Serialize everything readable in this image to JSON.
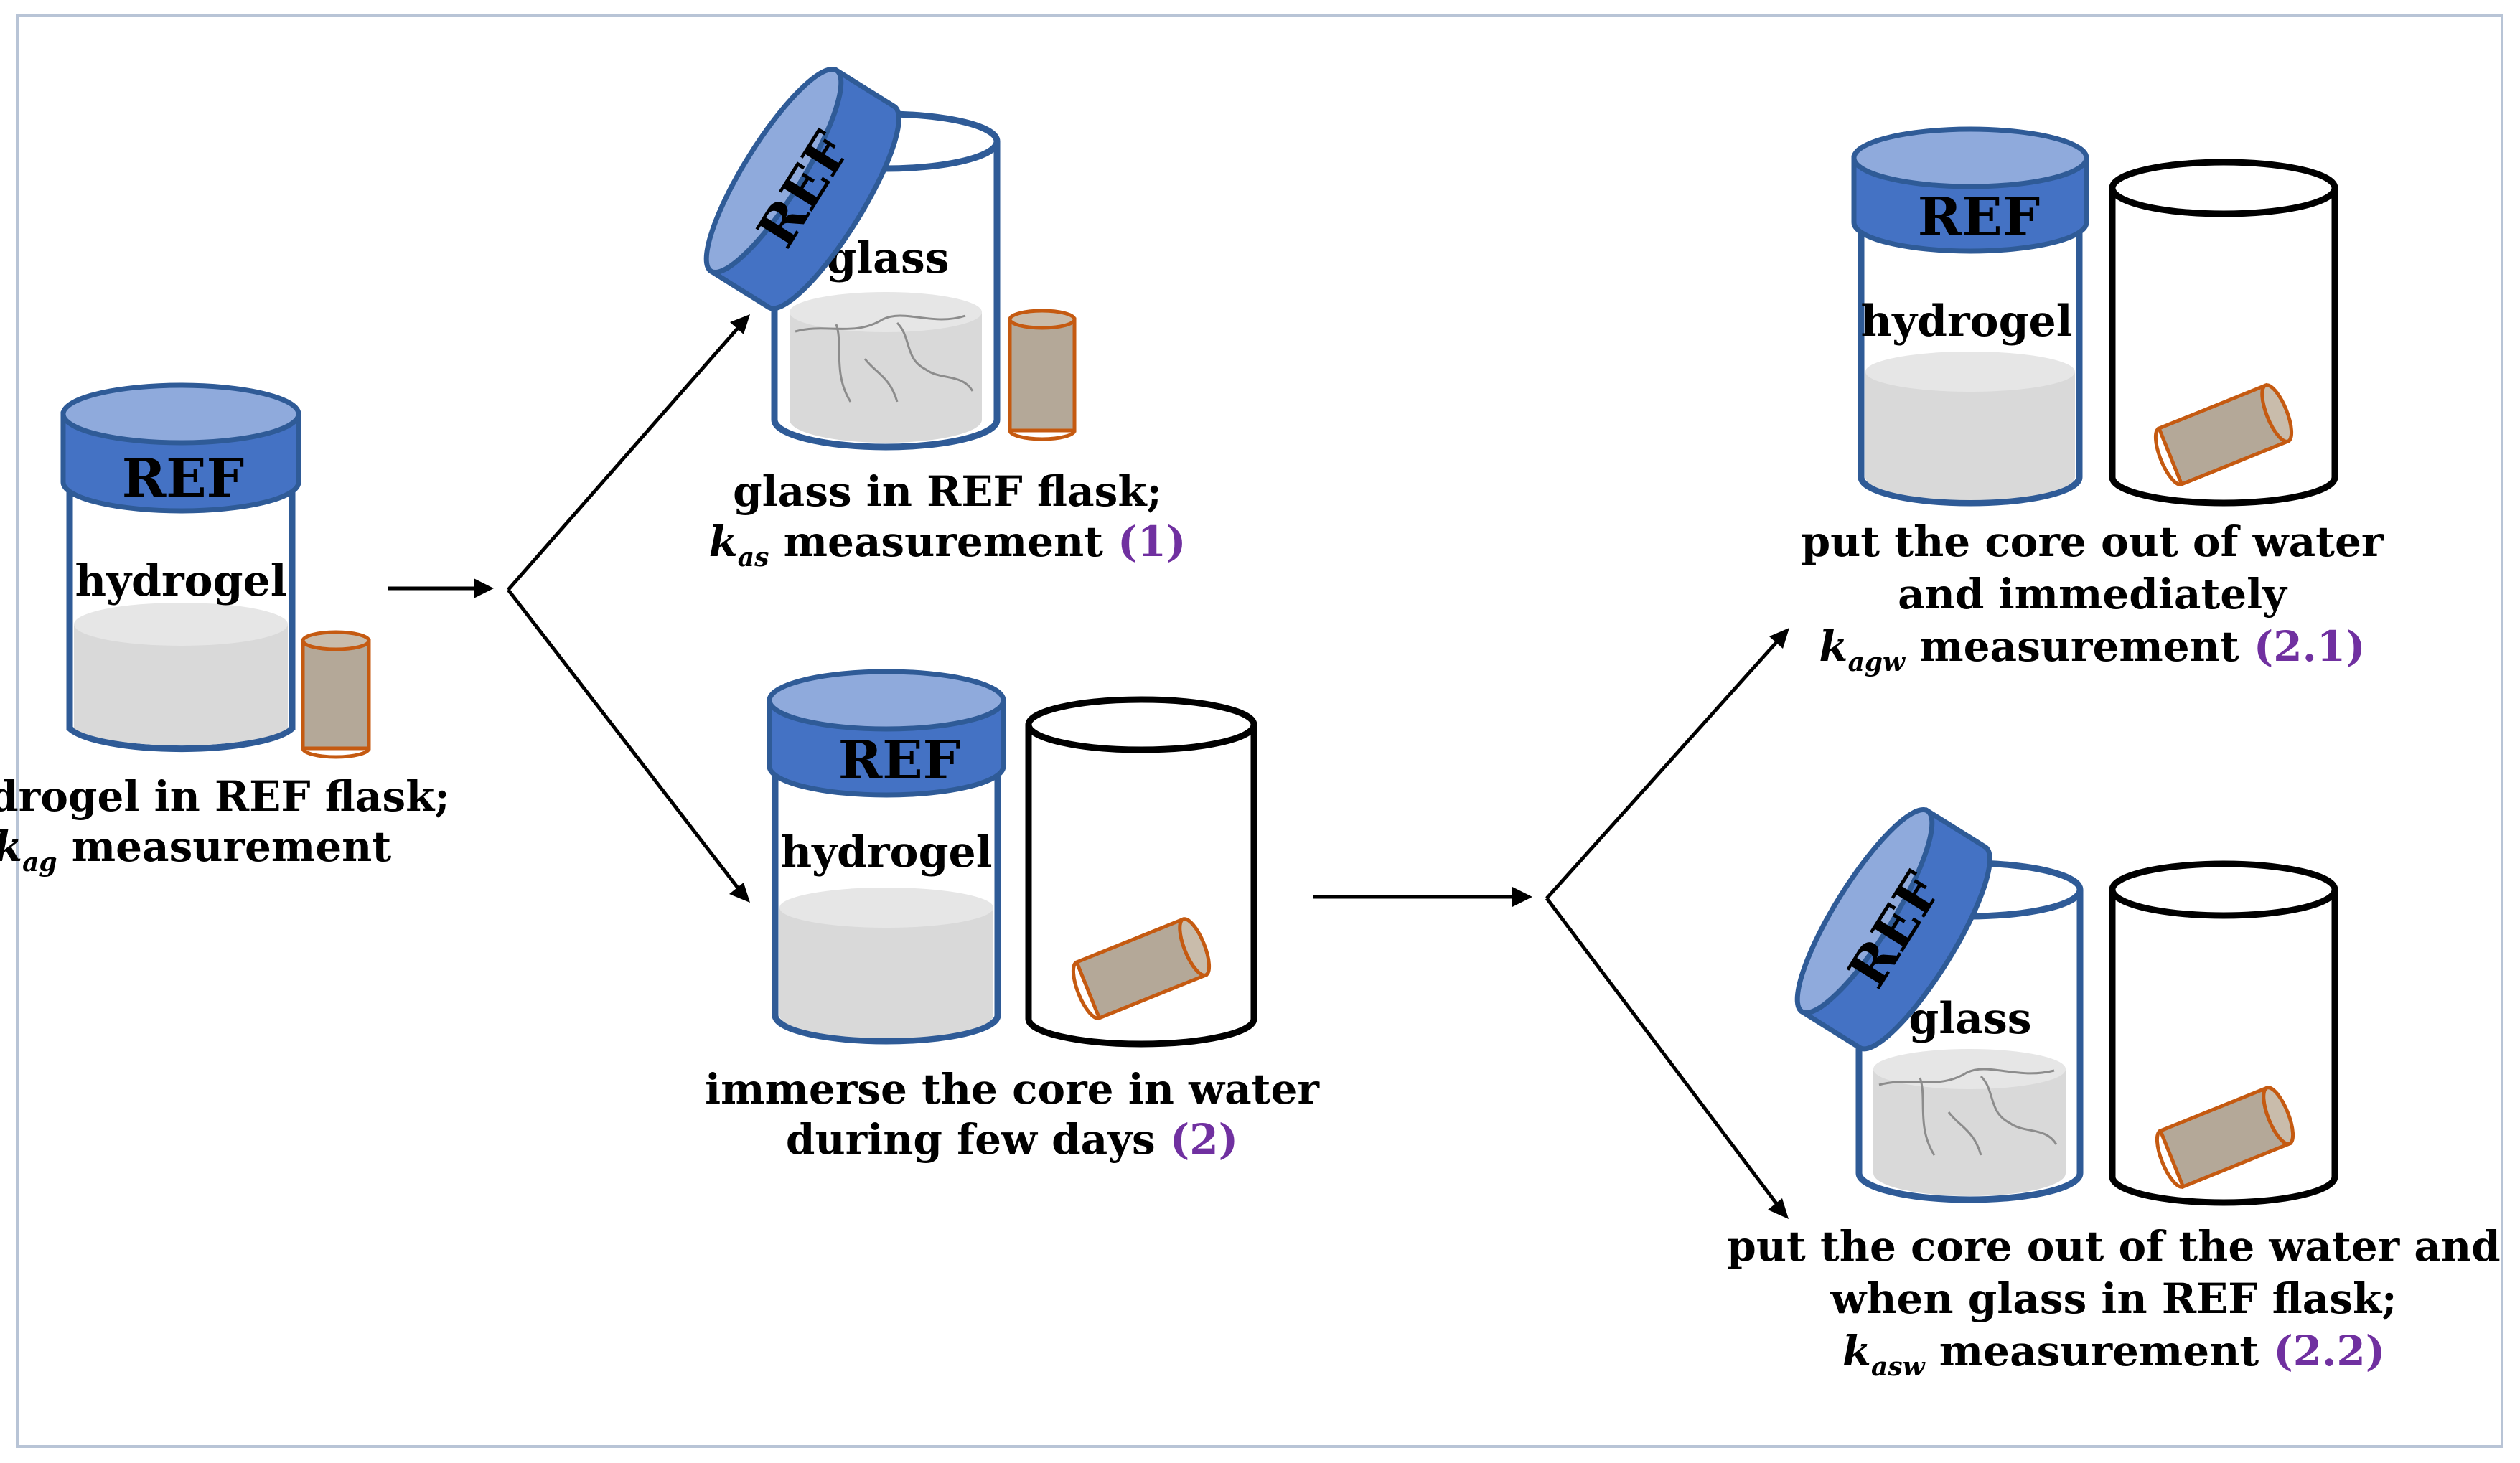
{
  "lid_label": "REF",
  "materials": {
    "hydrogel": "hydrogel",
    "glass": "glass"
  },
  "steps": {
    "initial": {
      "line1": "hydrogel in REF flask;",
      "k_symbol": "k",
      "k_sub": "ag",
      "line2_rest": " measurement"
    },
    "step1": {
      "line1": "glass in REF flask;",
      "k_symbol": "k",
      "k_sub": "as",
      "line2_rest": " measurement ",
      "number": "(1)"
    },
    "step2": {
      "line1": "immerse the core in water",
      "line2": "during few days ",
      "number": "(2)"
    },
    "step2_1": {
      "line1": "put the core out of water",
      "line2": "and immediately",
      "k_symbol": "k",
      "k_sub": "agw",
      "line3_rest": " measurement ",
      "number": "(2.1)"
    },
    "step2_2": {
      "line1": "put the core out of the water and",
      "line2": "when glass in REF flask;",
      "k_symbol": "k",
      "k_sub": "asw",
      "line3_rest": " measurement ",
      "number": "(2.2)"
    }
  },
  "colors": {
    "lid": "#4472c4",
    "lid_top": "#8faadc",
    "jar_outline": "#2f5b97",
    "step_number": "#7030a0",
    "core_outline": "#c55a11",
    "water": "#c5d5ea",
    "hydrogel": "#d9d9d9",
    "frame": "#b8c4d6"
  }
}
